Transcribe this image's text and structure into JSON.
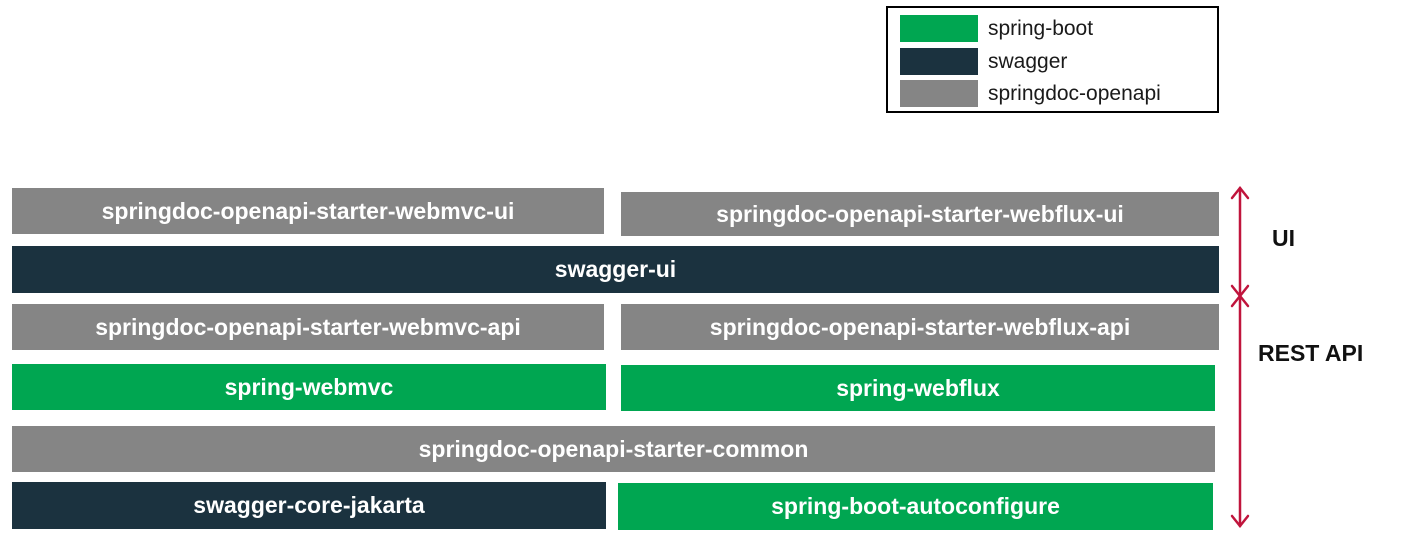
{
  "colors": {
    "spring_boot": "#00a651",
    "swagger": "#1b323f",
    "springdoc_openapi": "#858585",
    "arrow": "#c0143c"
  },
  "legend": {
    "items": [
      {
        "label": "spring-boot",
        "color": "#00a651"
      },
      {
        "label": "swagger",
        "color": "#1b323f"
      },
      {
        "label": "springdoc-openapi",
        "color": "#858585"
      }
    ]
  },
  "blocks": {
    "webmvc_ui": {
      "label": "springdoc-openapi-starter-webmvc-ui",
      "group": "springdoc-openapi"
    },
    "webflux_ui": {
      "label": "springdoc-openapi-starter-webflux-ui",
      "group": "springdoc-openapi"
    },
    "swagger_ui": {
      "label": "swagger-ui",
      "group": "swagger"
    },
    "webmvc_api": {
      "label": "springdoc-openapi-starter-webmvc-api",
      "group": "springdoc-openapi"
    },
    "webflux_api": {
      "label": "springdoc-openapi-starter-webflux-api",
      "group": "springdoc-openapi"
    },
    "spring_webmvc": {
      "label": "spring-webmvc",
      "group": "spring-boot"
    },
    "spring_webflux": {
      "label": "spring-webflux",
      "group": "spring-boot"
    },
    "starter_common": {
      "label": "springdoc-openapi-starter-common",
      "group": "springdoc-openapi"
    },
    "swagger_core": {
      "label": "swagger-core-jakarta",
      "group": "swagger"
    },
    "boot_autoconfigure": {
      "label": "spring-boot-autoconfigure",
      "group": "spring-boot"
    }
  },
  "layers": {
    "ui": "UI",
    "rest_api": "REST API"
  }
}
